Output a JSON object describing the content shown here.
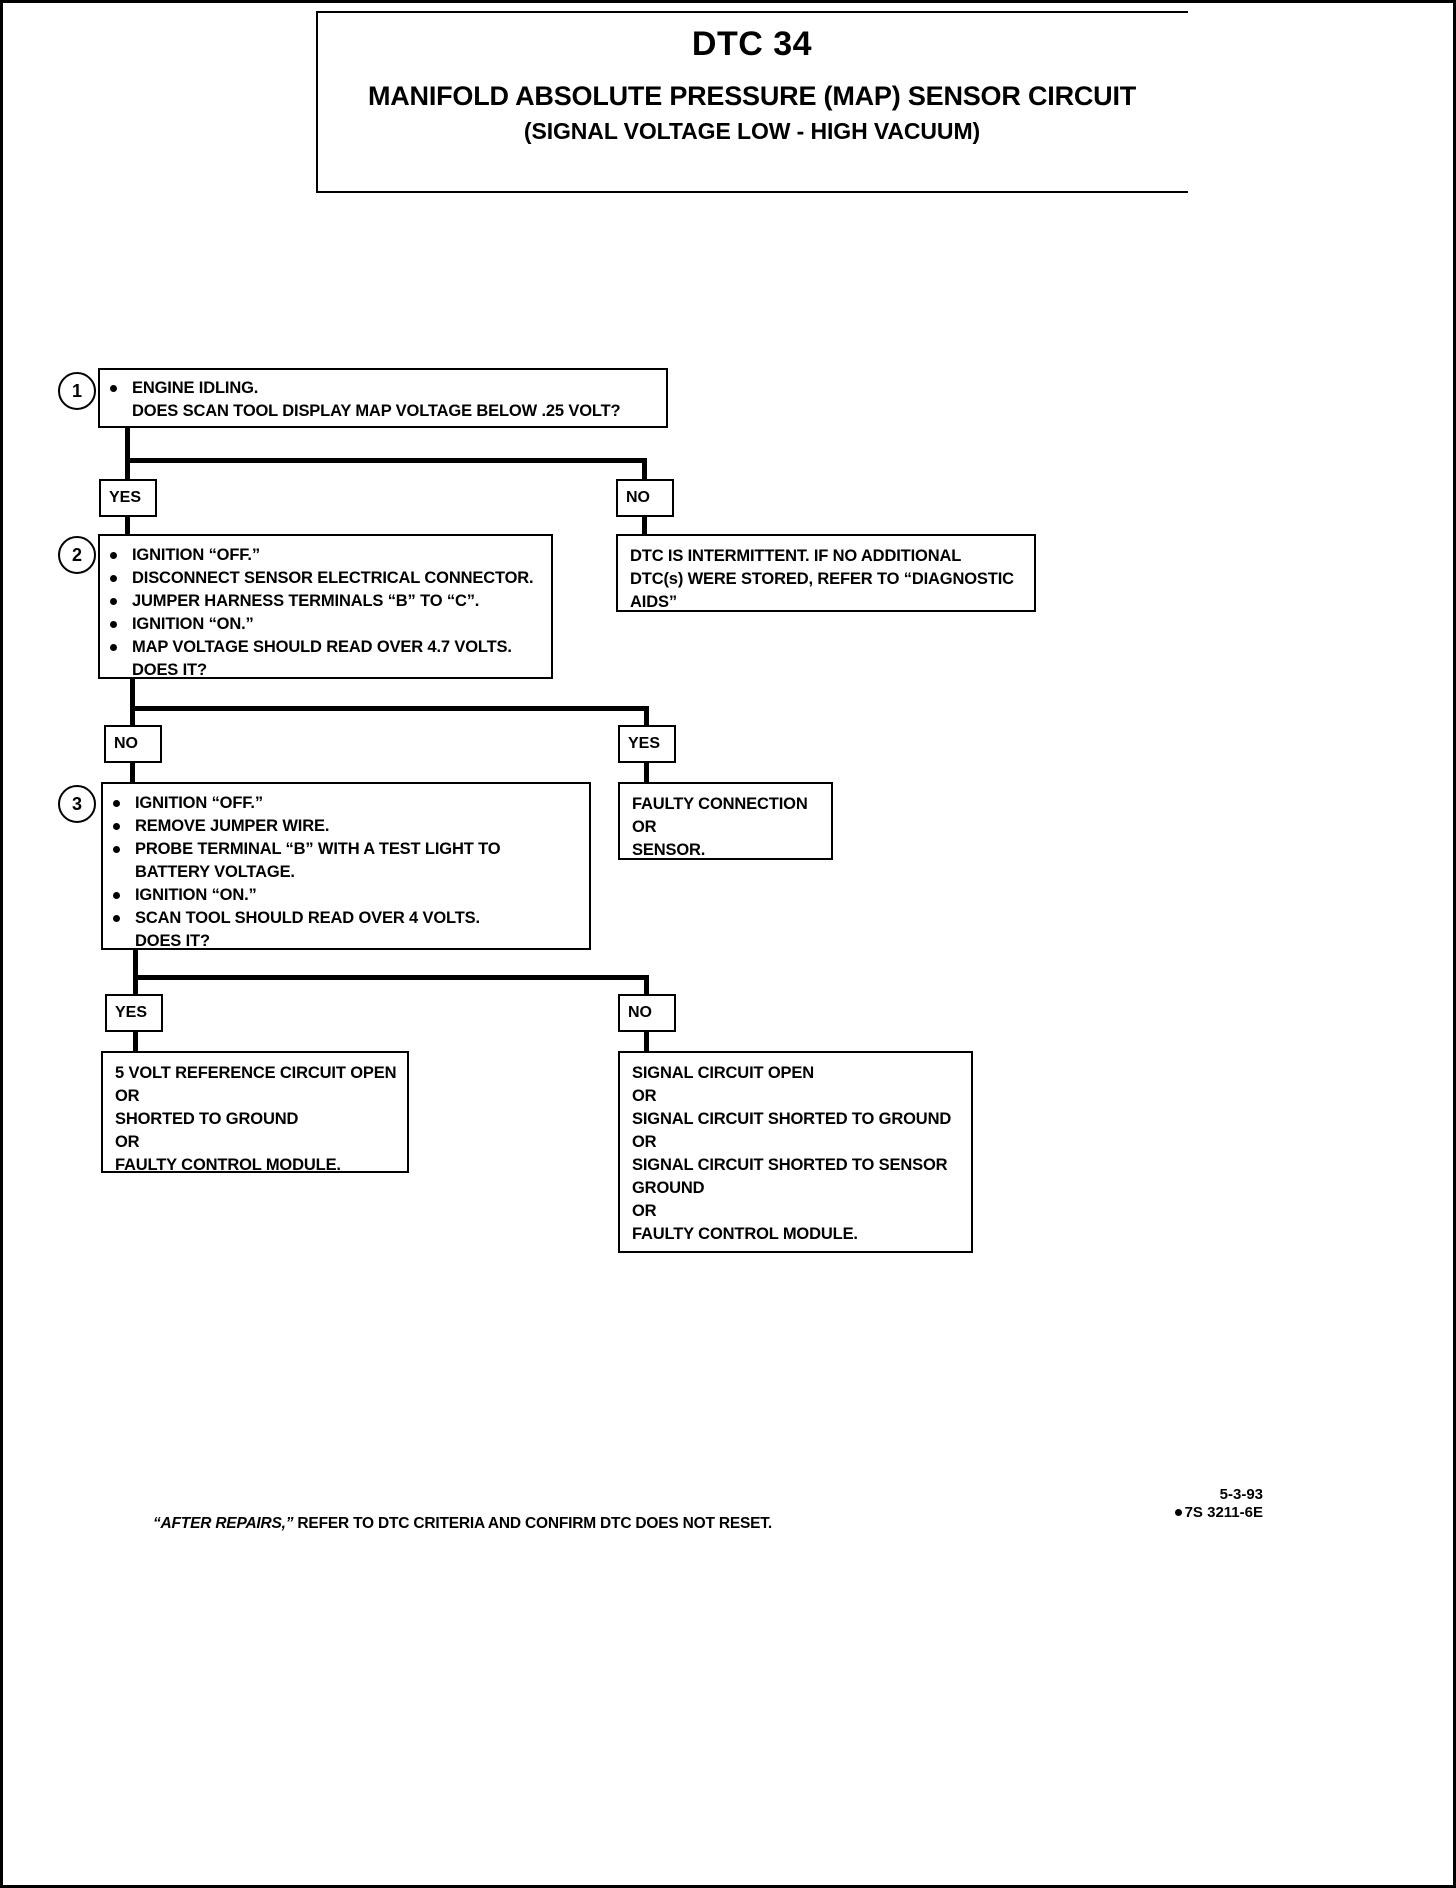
{
  "title": {
    "dtc": "DTC 34",
    "main": "MANIFOLD ABSOLUTE PRESSURE (MAP) SENSOR CIRCUIT",
    "sub": "(SIGNAL VOLTAGE LOW - HIGH VACUUM)"
  },
  "steps": {
    "one": {
      "number": "1",
      "lines": [
        "ENGINE IDLING.",
        "DOES SCAN TOOL DISPLAY MAP VOLTAGE BELOW .25 VOLT?"
      ]
    },
    "two": {
      "number": "2",
      "lines": [
        "IGNITION “OFF.”",
        "DISCONNECT SENSOR ELECTRICAL CONNECTOR.",
        "JUMPER HARNESS TERMINALS “B” TO “C”.",
        "IGNITION “ON.”",
        "MAP VOLTAGE SHOULD READ OVER 4.7 VOLTS.",
        "DOES IT?"
      ]
    },
    "three": {
      "number": "3",
      "lines": [
        "IGNITION “OFF.”",
        "REMOVE JUMPER WIRE.",
        "PROBE TERMINAL “B” WITH A TEST LIGHT TO",
        "BATTERY VOLTAGE.",
        "IGNITION “ON.”",
        "SCAN TOOL SHOULD READ OVER 4 VOLTS.",
        "DOES IT?"
      ]
    }
  },
  "branch_labels": {
    "yes": "YES",
    "no": "NO"
  },
  "outcomes": {
    "intermittent": [
      "DTC IS INTERMITTENT.  IF NO ADDITIONAL",
      "DTC(s) WERE STORED, REFER TO “DIAGNOSTIC",
      "AIDS”"
    ],
    "faulty_connection": [
      "FAULTY CONNECTION",
      "OR",
      "SENSOR."
    ],
    "five_volt_open": [
      "5 VOLT REFERENCE CIRCUIT OPEN",
      "OR",
      "SHORTED TO GROUND",
      "OR",
      "FAULTY CONTROL MODULE."
    ],
    "signal_circuit": [
      "SIGNAL CIRCUIT OPEN",
      "OR",
      "SIGNAL CIRCUIT SHORTED TO GROUND",
      "OR",
      " SIGNAL CIRCUIT SHORTED TO SENSOR",
      "GROUND",
      "OR",
      "FAULTY CONTROL MODULE."
    ]
  },
  "footer": {
    "note_italic": "“AFTER REPAIRS,”",
    "note_rest": " REFER TO DTC CRITERIA  AND CONFIRM DTC DOES NOT RESET.",
    "date": "5-3-93",
    "code": "7S 3211-6E"
  }
}
